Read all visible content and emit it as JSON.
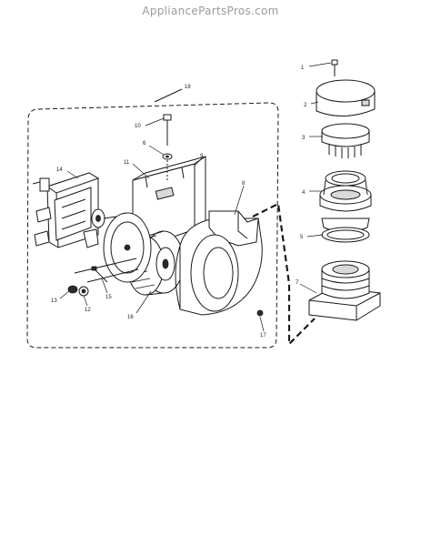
{
  "watermark": "AppliancePartsPros.com",
  "callouts": {
    "c1": "1",
    "c2": "2",
    "c3": "3",
    "c4": "4",
    "c5": "5",
    "c6": "6",
    "c7": "7",
    "c8": "8",
    "c9": "9",
    "c10": "10",
    "c11": "11",
    "c12": "12",
    "c13": "13",
    "c14": "14",
    "c15": "15",
    "c16": "16",
    "c17": "17",
    "c18": "18"
  },
  "colors": {
    "line": "#1a1a1a",
    "watermark": "#9a9a9a",
    "background": "#ffffff"
  }
}
